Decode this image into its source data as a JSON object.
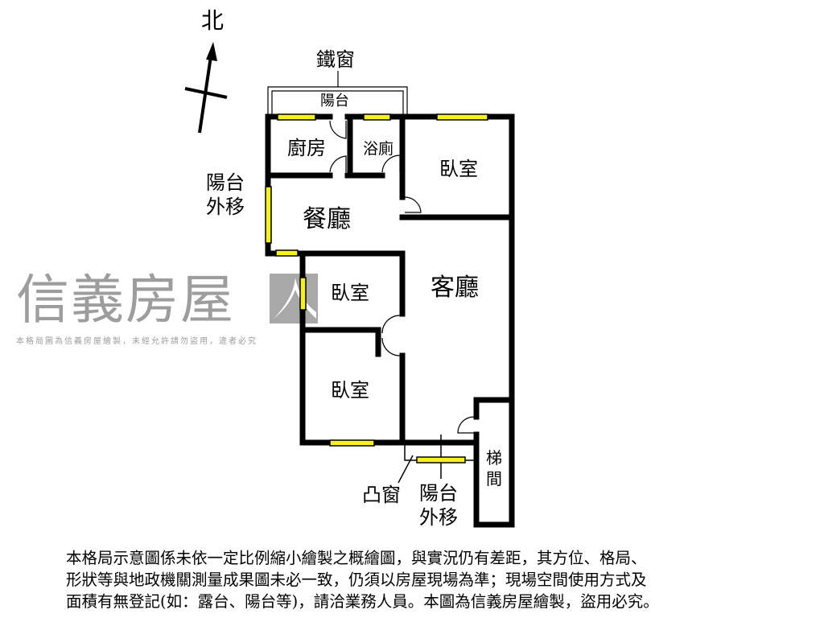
{
  "compass": {
    "north_label": "北"
  },
  "labels": {
    "iron_window": "鐵窗",
    "balcony_top": "陽台",
    "kitchen": "廚房",
    "bathroom": "浴廁",
    "bedroom_ne": "臥室",
    "dining": "餐廳",
    "balcony_moved_left": [
      "陽台",
      "外移"
    ],
    "living": "客廳",
    "bedroom_mid": "臥室",
    "bedroom_south": "臥室",
    "stairwell": [
      "梯",
      "間"
    ],
    "bay_window": "凸窗",
    "balcony_moved_bottom": [
      "陽台",
      "外移"
    ]
  },
  "watermark": {
    "brand": "信義房屋",
    "notice": "本格局圖為信義房屋繪製，未經允許請勿盜用，違者必究"
  },
  "disclaimer": [
    "本格局示意圖係未依一定比例縮小繪製之概繪圖，與實況仍有差距，其方位、格局、",
    "形狀等與地政機關測量成果圖未必一致，仍須以房屋現場為準；現場空間使用方式及",
    "面積有無登記(如：露台、陽台等)，請洽業務人員。本圖為信義房屋繪製，盜用必究。"
  ],
  "colors": {
    "wall": "#000000",
    "window": "#f5f01e",
    "watermark": "#8c8c8c"
  }
}
